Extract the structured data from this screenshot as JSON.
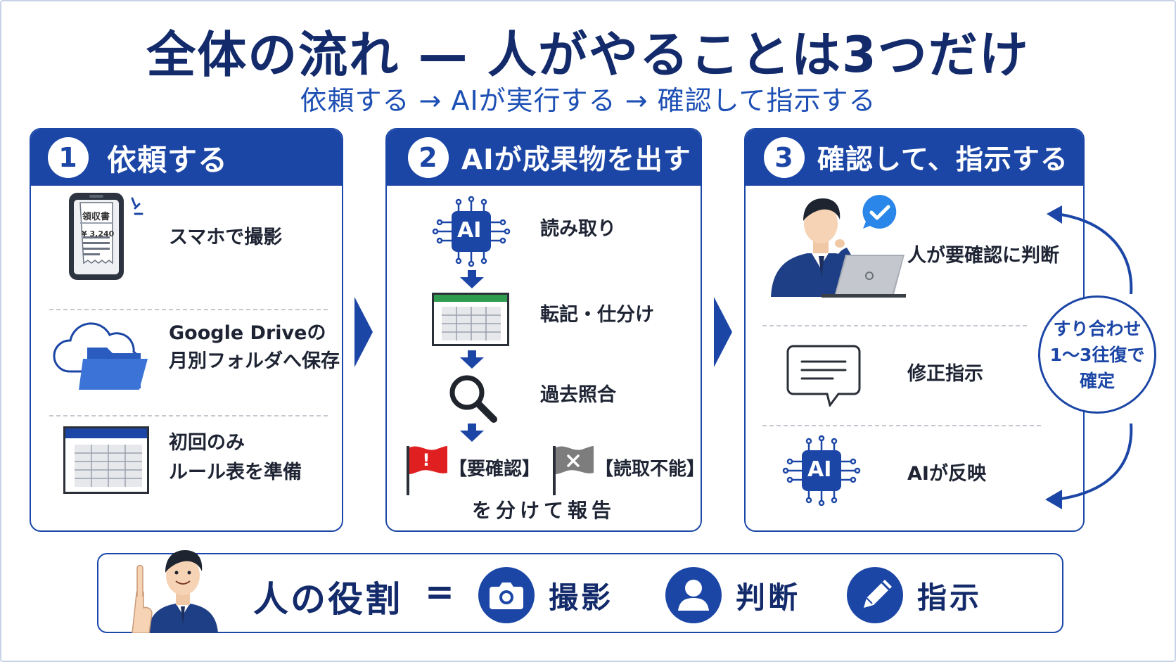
{
  "title": "全体の流れ — 人がやることは3つだけ",
  "subtitle": "依頼する → AIが実行する → 確認して指示する",
  "panel1": {
    "number": "1",
    "title": "依頼する",
    "phone_text": {
      "line1": "領収書",
      "line2": "¥ 3,240"
    },
    "items": [
      {
        "icon": "smartphone-receipt-icon",
        "label": "スマホで撮影"
      },
      {
        "icon": "cloud-folder-icon",
        "label_line1": "Google Driveの",
        "label_line2": "月別フォルダへ保存"
      },
      {
        "icon": "spreadsheet-icon",
        "label_line1": "初回のみ",
        "label_line2": "ルール表を準備"
      }
    ]
  },
  "panel2": {
    "number": "2",
    "title": "AIが成果物を出す",
    "ai_chip_label": "AI",
    "steps": [
      {
        "icon": "ai-chip-icon",
        "label": "読み取り"
      },
      {
        "icon": "spreadsheet-icon",
        "label": "転記・仕分け"
      },
      {
        "icon": "magnifier-icon",
        "label": "過去照合"
      }
    ],
    "flags": [
      {
        "icon": "red-flag-icon",
        "label": "【要確認】",
        "color": "#e02020"
      },
      {
        "icon": "gray-flag-icon",
        "label": "【読取不能】",
        "color": "#7d7d7d"
      }
    ],
    "report_text": "を分けて報告"
  },
  "panel3": {
    "number": "3",
    "title": "確認して、指示する",
    "ai_chip_label": "AI",
    "items": [
      {
        "icon": "person-laptop-icon",
        "label": "人が要確認に判断"
      },
      {
        "icon": "speech-bubble-icon",
        "label": "修正指示"
      },
      {
        "icon": "ai-chip-icon",
        "label": "AIが反映"
      }
    ],
    "loop": {
      "line1": "すり合わせ",
      "line2": "1〜3往復で",
      "line3": "確定"
    }
  },
  "roles": {
    "title": "人の役割",
    "equals": "=",
    "items": [
      {
        "icon": "camera-icon",
        "label": "撮影"
      },
      {
        "icon": "person-icon",
        "label": "判断"
      },
      {
        "icon": "pencil-icon",
        "label": "指示"
      }
    ]
  },
  "colors": {
    "primary": "#1c46a6",
    "navy": "#132a6b",
    "accent_blue": "#1d4fb4",
    "flag_red": "#e02020",
    "flag_gray": "#7d7d7d"
  }
}
